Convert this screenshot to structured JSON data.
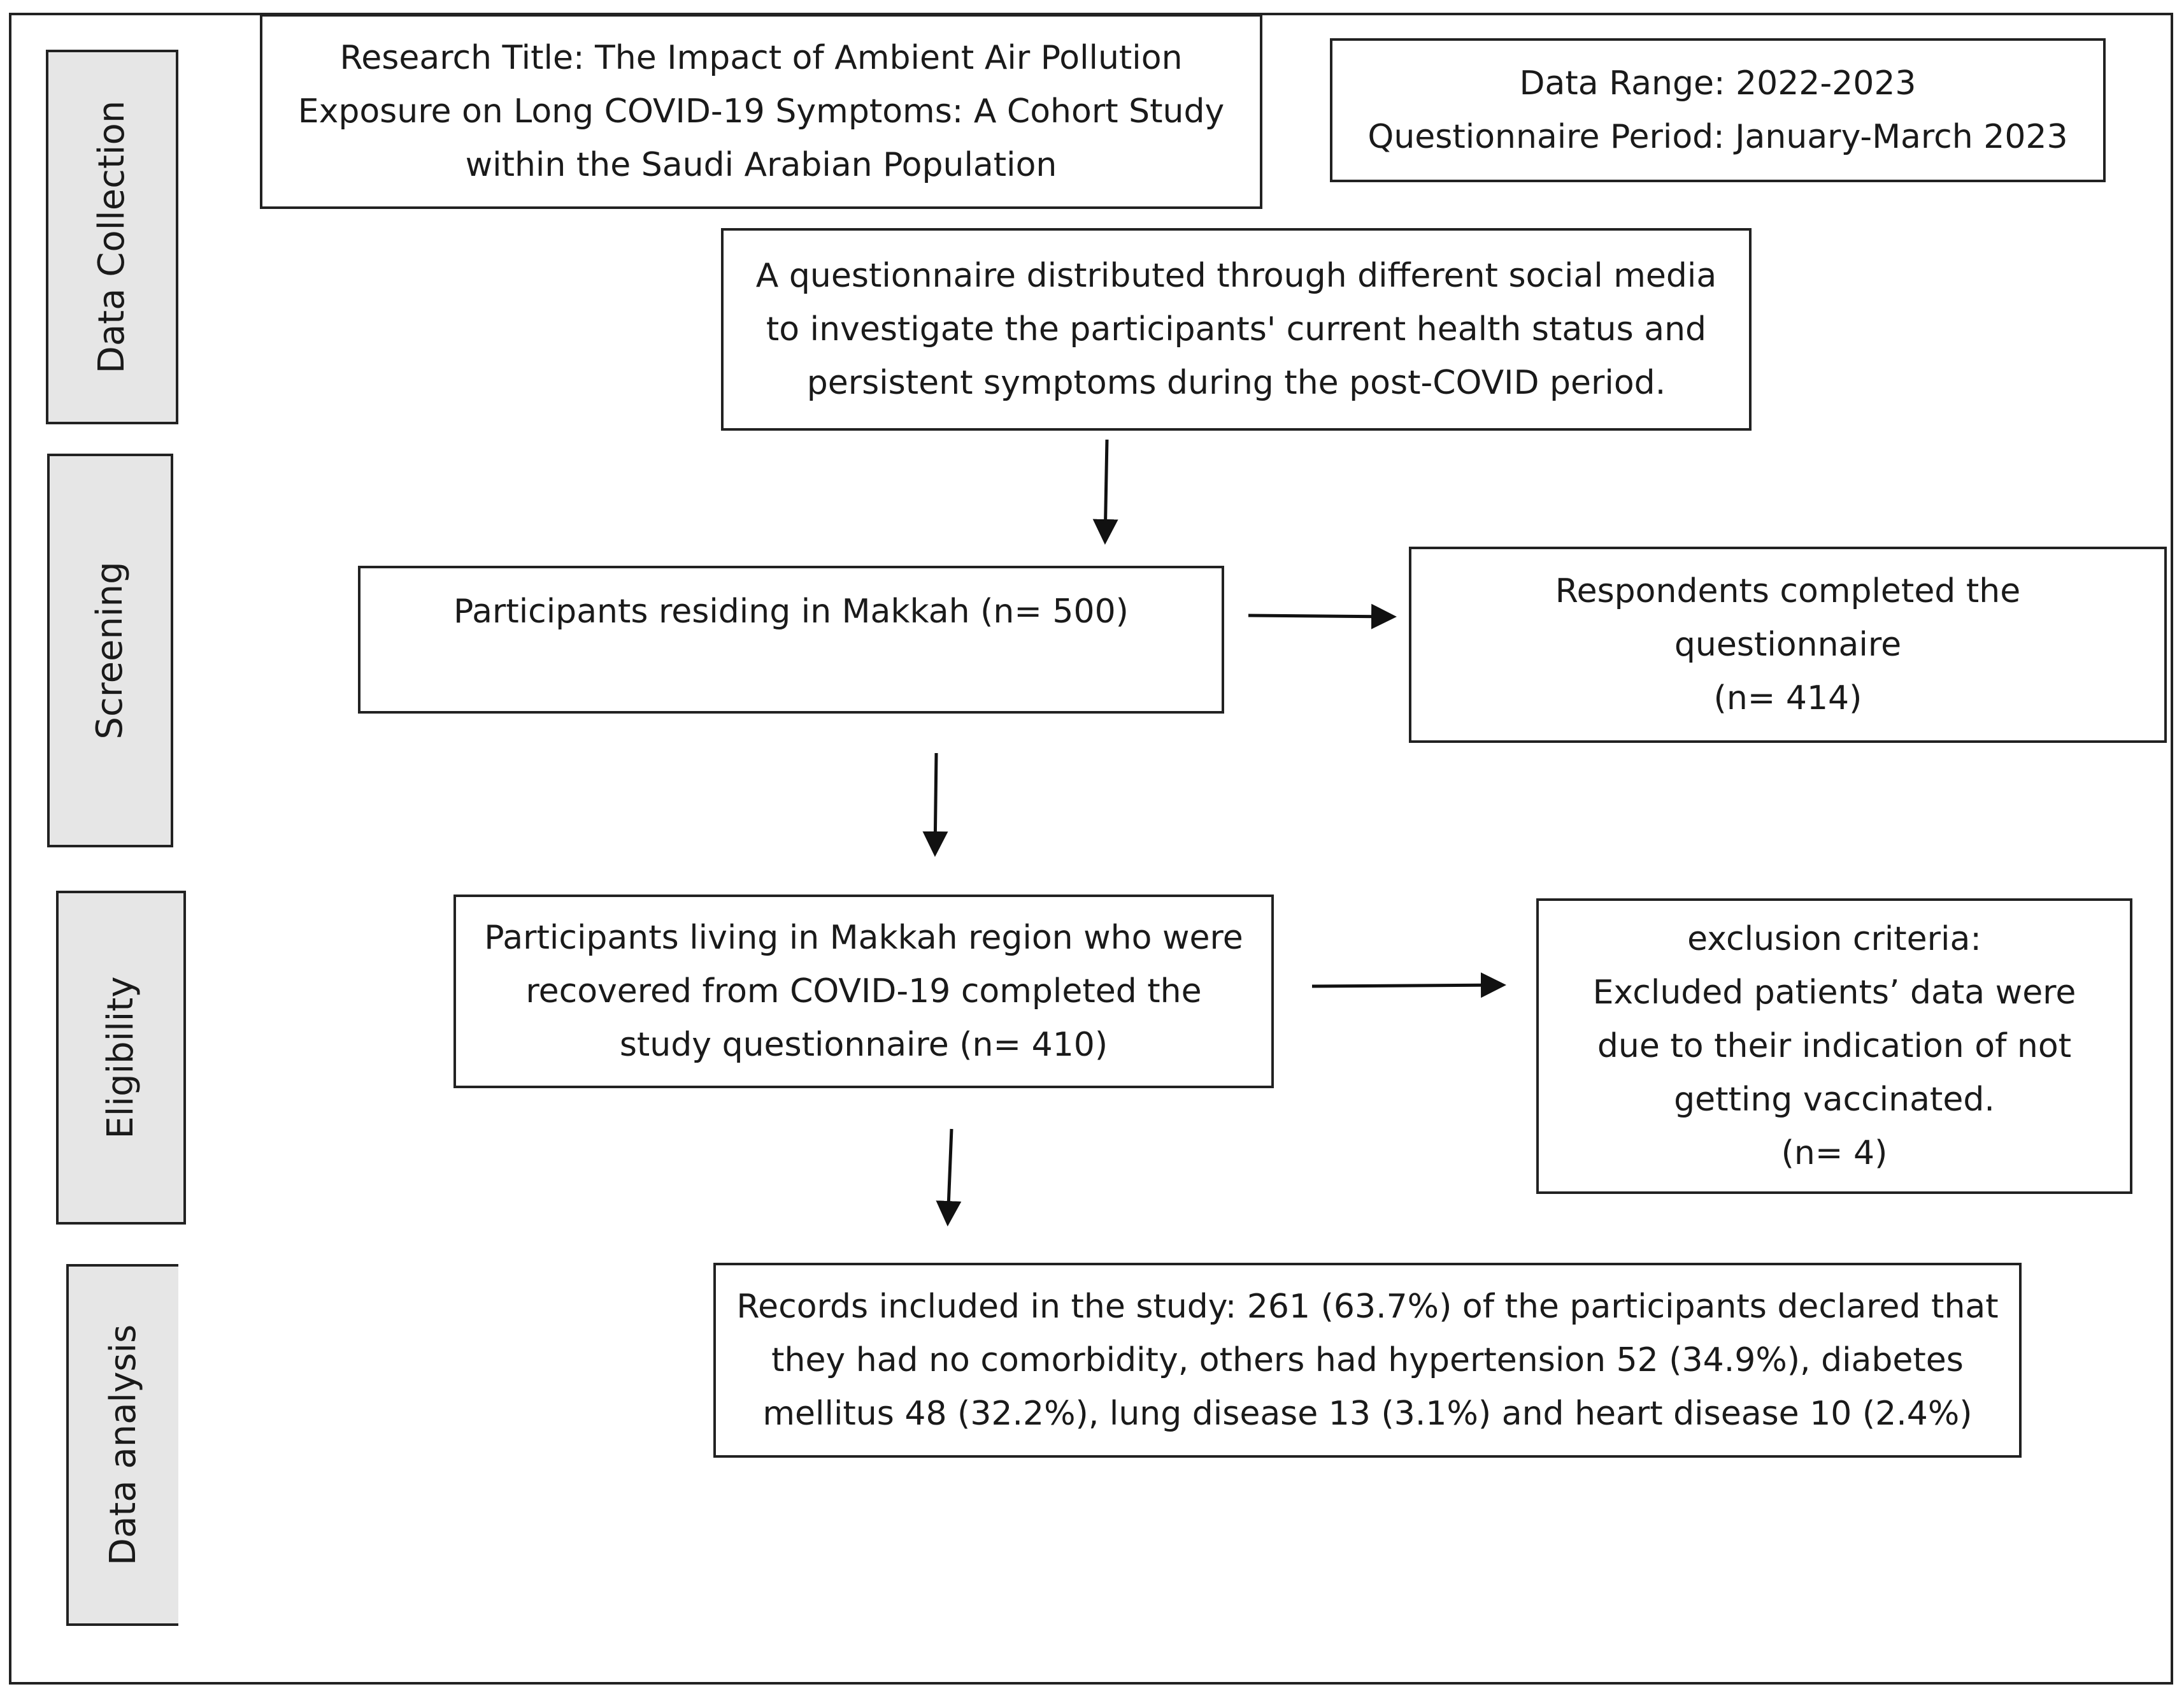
{
  "stages": {
    "data_collection": "Data Collection",
    "screening": "Screening",
    "eligibility": "Eligibility",
    "data_analysis": "Data analysis"
  },
  "boxes": {
    "research_title": [
      "Research Title: The Impact of Ambient Air Pollution",
      "Exposure on Long COVID-19 Symptoms: A Cohort Study",
      "within the Saudi Arabian Population"
    ],
    "data_range": [
      "Data Range: 2022-2023",
      "Questionnaire Period: January-March 2023"
    ],
    "questionnaire": [
      "A questionnaire distributed through different social media",
      "to investigate the participants' current health status and",
      "persistent symptoms during the post-COVID period."
    ],
    "makkah_residents": [
      "Participants residing in Makkah (n= 500)"
    ],
    "respondents": [
      "Respondents completed the",
      "questionnaire",
      "(n= 414)"
    ],
    "recovered": [
      "Participants living in Makkah region who were",
      "recovered from COVID-19 completed the",
      "study questionnaire (n= 410)"
    ],
    "exclusion": [
      "exclusion criteria:",
      "Excluded patients’ data were",
      "due to their indication of not",
      "getting vaccinated.",
      "(n= 4)"
    ],
    "records": [
      "Records included in the study: 261 (63.7%) of the participants declared that",
      "they had no comorbidity, others had hypertension 52 (34.9%), diabetes",
      "mellitus 48 (32.2%), lung disease 13 (3.1%) and heart disease 10 (2.4%)"
    ]
  }
}
